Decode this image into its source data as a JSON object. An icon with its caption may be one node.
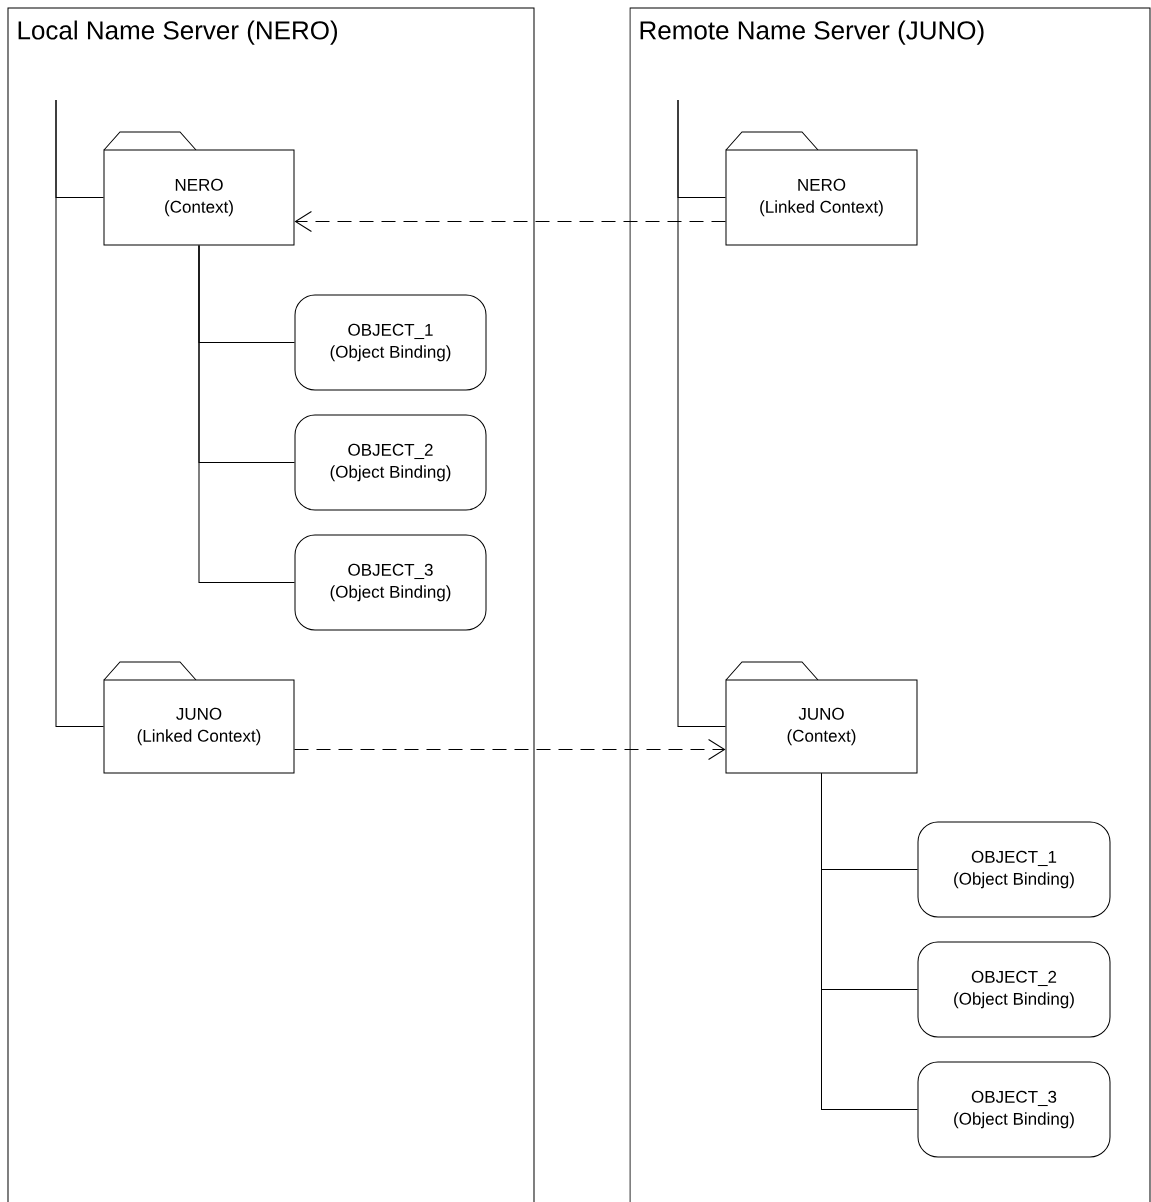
{
  "diagram": {
    "nodes": [
      {
        "text": [
          "Local Name Server (NERO)"
        ]
      },
      {
        "text": [
          "NERO",
          "(Context)"
        ],
        "in": 0
      },
      {
        "text": [
          "OBJECT_1",
          "(Object Binding)"
        ],
        "in": 0
      },
      {
        "text": [
          "OBJECT_2",
          "(Object Binding)"
        ],
        "in": 0
      },
      {
        "text": [
          "OBJECT_3",
          "(Object Binding)"
        ],
        "in": 0
      },
      {
        "text": [
          "JUNO",
          "(Linked Context)"
        ],
        "in": 0
      },
      {
        "text": [
          "Remote Name Server (JUNO)"
        ]
      },
      {
        "text": [
          "NERO",
          "(Linked Context)"
        ],
        "in": 6
      },
      {
        "text": [
          "JUNO",
          "(Context)"
        ],
        "in": 6
      },
      {
        "text": [
          "OBJECT_1",
          "(Object Binding)"
        ],
        "in": 6
      },
      {
        "text": [
          "OBJECT_2",
          "(Object Binding)"
        ],
        "in": 6
      },
      {
        "text": [
          "OBJECT_3",
          "(Object Binding)"
        ],
        "in": 6
      }
    ],
    "edges": [
      {
        "from": 0,
        "to": 1,
        "arrow": "none"
      },
      {
        "from": 0,
        "to": 5,
        "arrow": "none"
      },
      {
        "from": 1,
        "to": 2,
        "arrow": "none"
      },
      {
        "from": 1,
        "to": 3,
        "arrow": "none"
      },
      {
        "from": 1,
        "to": 4,
        "arrow": "none"
      },
      {
        "from": 6,
        "to": 7,
        "arrow": "none"
      },
      {
        "from": 6,
        "to": 8,
        "arrow": "none"
      },
      {
        "from": 8,
        "to": 9,
        "arrow": "none"
      },
      {
        "from": 8,
        "to": 10,
        "arrow": "none"
      },
      {
        "from": 8,
        "to": 11,
        "arrow": "none"
      },
      {
        "from": 7,
        "to": 1,
        "arrow": "to",
        "style": "dashed"
      },
      {
        "from": 5,
        "to": 8,
        "arrow": "to",
        "style": "dashed"
      }
    ]
  }
}
